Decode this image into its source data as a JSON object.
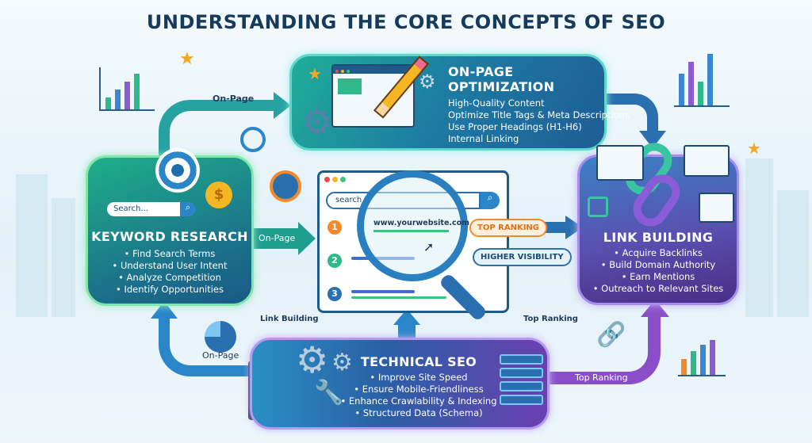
{
  "title": "UNDERSTANDING THE CORE CONCEPTS OF SEO",
  "keyword_research": {
    "heading": "KEYWORD RESEARCH",
    "search_placeholder": "Search...",
    "items": [
      "• Find Search Terms",
      "• Understand User Intent",
      "• Analyze Competition",
      "• Identify Opportunities"
    ]
  },
  "on_page": {
    "heading_line1": "ON-PAGE",
    "heading_line2": "OPTIMIZATION",
    "items": [
      "High-Quality Content",
      "Optimize Title Tags & Meta Descriptions",
      "Use Proper Headings (H1-H6)",
      "Internal Linking"
    ]
  },
  "link_building": {
    "heading": "LINK BUILDING",
    "items": [
      "• Acquire Backlinks",
      "• Build Domain Authority",
      "• Earn Mentions",
      "• Outreach to Relevant Sites"
    ]
  },
  "technical_seo": {
    "heading": "TECHNICAL SEO",
    "items": [
      "• Improve Site Speed",
      "• Ensure Mobile-Friendliness",
      "• Enhance Crawlability & Indexing",
      "• Structured Data (Schema)"
    ]
  },
  "search_results": {
    "search_placeholder": "search",
    "url": "www.yourwebsite.com",
    "ranks": [
      "1",
      "2",
      "3"
    ],
    "callout_top": "TOP RANKING",
    "callout_visibility": "HIGHER VISIBILITY"
  },
  "arrows": {
    "top_left": "On-Page",
    "middle": "On-Page",
    "bottom_left": "On-Page",
    "bottom_right": "Top Ranking",
    "label_link_building": "Link Building",
    "label_top_ranking": "Top Ranking"
  },
  "colors": {
    "title": "#163a5c",
    "teal": "#1fae8a",
    "purple": "#5a4fb0",
    "orange": "#f5892a"
  }
}
